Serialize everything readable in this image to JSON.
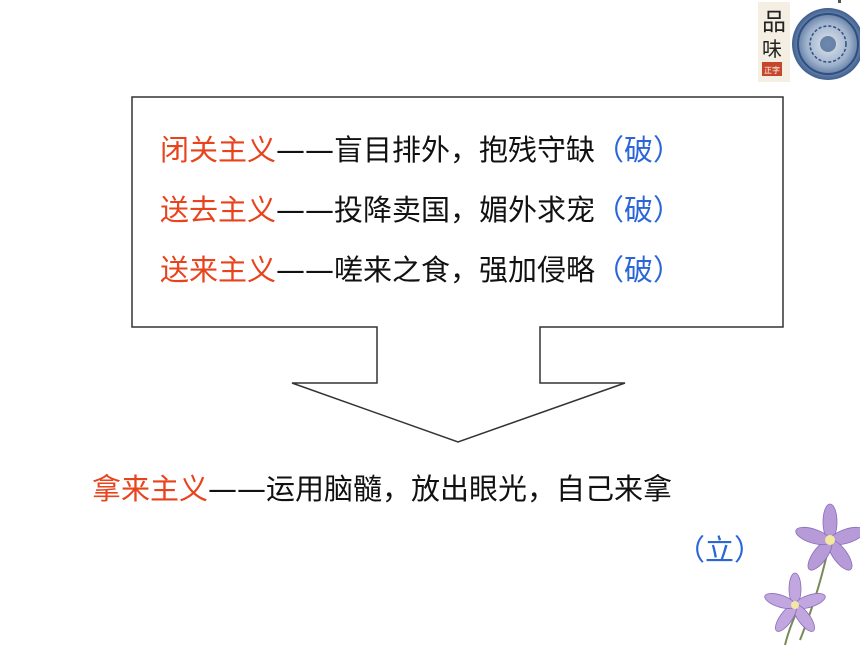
{
  "callout": {
    "items": [
      {
        "term": "闭关主义",
        "dash": "——",
        "description": "盲目排外，抱残守缺",
        "verdict": "（破）"
      },
      {
        "term": "送去主义",
        "dash": "——",
        "description": "投降卖国，媚外求宠",
        "verdict": "（破）"
      },
      {
        "term": "送来主义",
        "dash": "——",
        "description": "嗟来之食，强加侵略",
        "verdict": "（破）"
      }
    ]
  },
  "conclusion": {
    "term": "拿来主义",
    "dash": "——",
    "description": "运用脑髓，放出眼光，自己来拿",
    "verdict": "（立）"
  },
  "logo": {
    "text_chars": [
      "品",
      "味"
    ],
    "seal_text": "正字"
  },
  "colors": {
    "term": "#e8431c",
    "verdict": "#2a66d8",
    "text": "#111111",
    "outline": "#333333"
  }
}
